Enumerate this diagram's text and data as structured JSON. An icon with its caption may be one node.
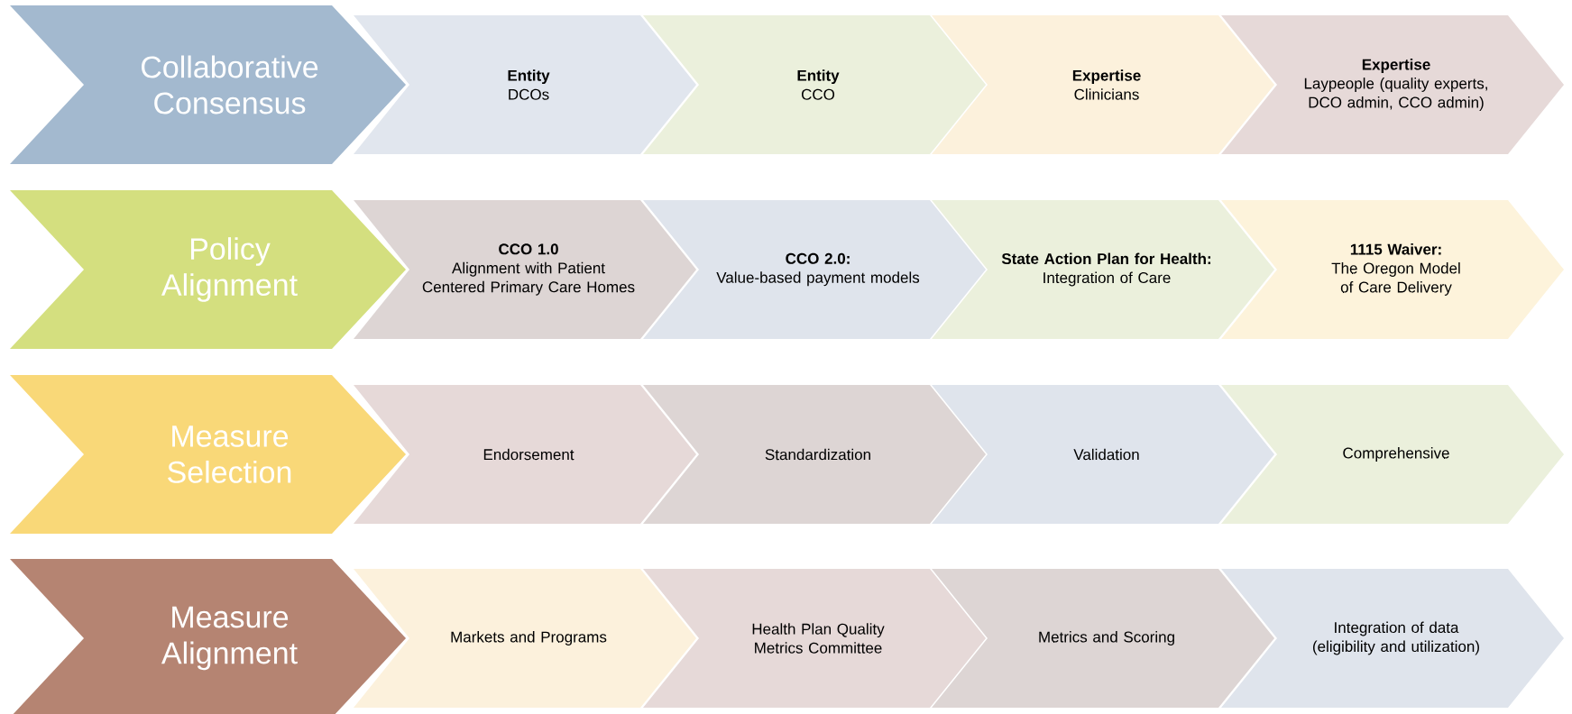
{
  "diagram": {
    "nodes": [
      {
        "text": [
          "Collaborative Consensus"
        ]
      },
      {
        "text": [
          "Entity",
          "DCOs"
        ]
      },
      {
        "text": [
          "Entity",
          "CCO"
        ]
      },
      {
        "text": [
          "Expertise",
          "Clinicians"
        ]
      },
      {
        "text": [
          "Expertise",
          "Laypeople (quality experts, DCO admin, CCO admin)"
        ]
      },
      {
        "text": [
          "Policy Alignment"
        ]
      },
      {
        "text": [
          "CCO 1.0",
          "Alignment with Patient Centered Primary Care Homes"
        ]
      },
      {
        "text": [
          "CCO 2.0:",
          "Value-based payment models"
        ]
      },
      {
        "text": [
          "State Action Plan for Health:",
          "Integration of Care"
        ]
      },
      {
        "text": [
          "1115 Waiver:",
          "The Oregon Model of Care Delivery"
        ]
      },
      {
        "text": [
          "Measure Selection"
        ]
      },
      {
        "text": [
          "Endorsement"
        ]
      },
      {
        "text": [
          "Standardization"
        ]
      },
      {
        "text": [
          "Validation"
        ]
      },
      {
        "text": [
          "Comprehensive"
        ]
      },
      {
        "text": [
          "Measure Alignment"
        ]
      },
      {
        "text": [
          "Markets and Programs"
        ]
      },
      {
        "text": [
          "Health Plan Quality Metrics Committee"
        ]
      },
      {
        "text": [
          "Metrics and Scoring"
        ]
      },
      {
        "text": [
          "Integration of data (eligibility and utilization)"
        ]
      }
    ]
  }
}
